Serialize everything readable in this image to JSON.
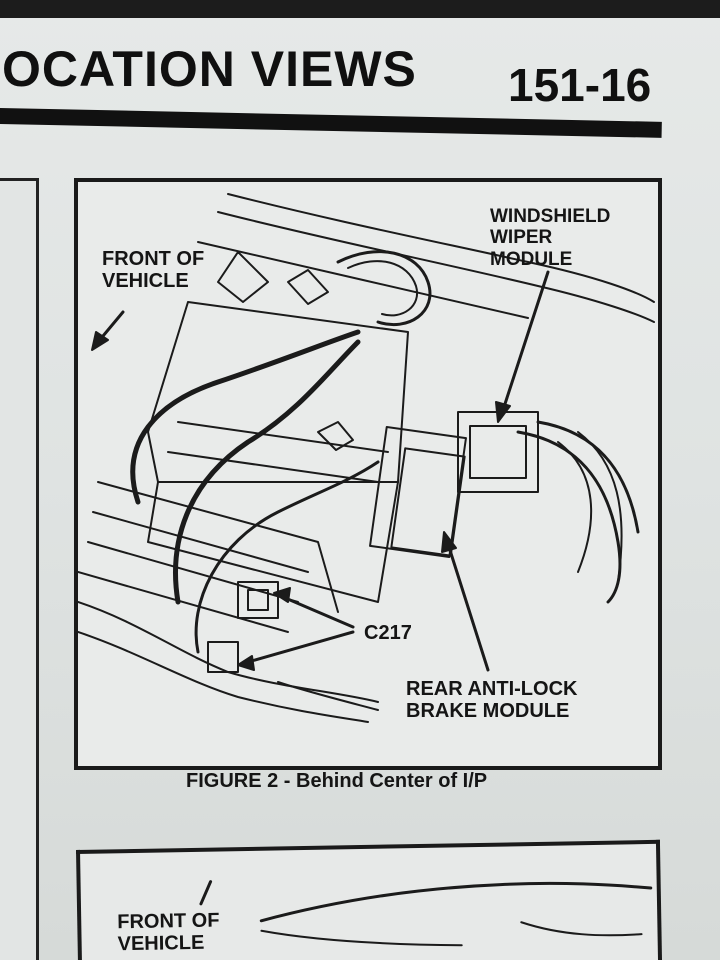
{
  "header": {
    "section_title": "OCATION VIEWS",
    "page_number": "151-16"
  },
  "figure_main": {
    "labels": {
      "front_of_vehicle": [
        "FRONT OF",
        "VEHICLE"
      ],
      "windshield_wiper_module": [
        "WINDSHIELD",
        "WIPER",
        "MODULE"
      ],
      "connector": "C217",
      "rear_abs_module": [
        "REAR ANTI-LOCK",
        "BRAKE MODULE"
      ]
    },
    "caption": "FIGURE 2 - Behind Center of I/P"
  },
  "figure_next": {
    "labels": {
      "front_of_vehicle": [
        "FRONT OF",
        "VEHICLE"
      ]
    }
  }
}
